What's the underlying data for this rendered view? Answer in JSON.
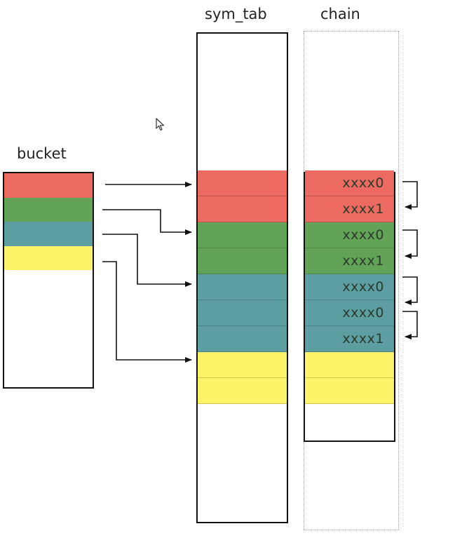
{
  "labels": {
    "bucket": "bucket",
    "sym_tab": "sym_tab",
    "chain": "chain"
  },
  "colors": {
    "red": "#ec6a62",
    "green": "#62a358",
    "teal": "#5d9ea3",
    "yellow": "#fdf46a",
    "border": "#111111"
  },
  "bucket": {
    "entries": [
      "red",
      "green",
      "teal",
      "yellow"
    ]
  },
  "sym_tab": {
    "entries": [
      "red",
      "red",
      "green",
      "green",
      "teal",
      "teal",
      "teal",
      "yellow",
      "yellow"
    ]
  },
  "chain": {
    "entries": [
      {
        "color": "red",
        "text": "xxxx0"
      },
      {
        "color": "red",
        "text": "xxxx1"
      },
      {
        "color": "green",
        "text": "xxxx0"
      },
      {
        "color": "green",
        "text": "xxxx1"
      },
      {
        "color": "teal",
        "text": "xxxx0"
      },
      {
        "color": "teal",
        "text": "xxxx0"
      },
      {
        "color": "teal",
        "text": "xxxx1"
      },
      {
        "color": "yellow",
        "text": ""
      },
      {
        "color": "yellow",
        "text": ""
      }
    ]
  },
  "icons": {
    "cursor": "mouse-pointer-icon"
  }
}
